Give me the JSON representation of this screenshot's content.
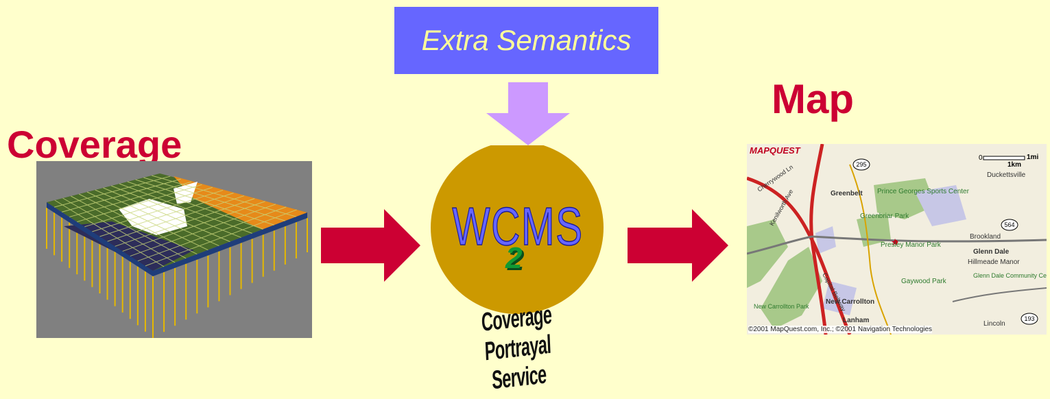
{
  "extra_semantics": "Extra Semantics",
  "coverage_title": "Coverage",
  "map_title": "Map",
  "service": {
    "wc_text": "WC",
    "ms_text": "MS",
    "two_text": "2",
    "caption": "Coverage Portrayal Service"
  },
  "map": {
    "logo": "MAPQUEST",
    "copyright": "©2001 MapQuest.com, Inc.; ©2001 Navigation Technologies",
    "labels": [
      "Duckettsville",
      "Prince Georges Sports Center",
      "Greenbelt",
      "Greenbriar Park",
      "Brookland",
      "Glenn Dale",
      "Hillmeade Manor",
      "Glenn Dale Community Center Park",
      "Presley Manor Park",
      "Gaywood Park",
      "New Carrollton",
      "New Carrollton Park",
      "Lanham",
      "Lincoln",
      "Capital Beltway",
      "Kenilworth Ave",
      "Cherrywood Ln"
    ],
    "route_numbers": [
      "295",
      "564",
      "193"
    ],
    "scale": [
      "0",
      "1mi",
      "1km"
    ]
  },
  "colors": {
    "background": "#ffffcc",
    "title_red": "#cc0033",
    "extra_box": "#6666ff",
    "extra_text": "#ffff99",
    "down_arrow": "#cc99ff",
    "right_arrow": "#cc0033",
    "circle": "#cc9900"
  }
}
